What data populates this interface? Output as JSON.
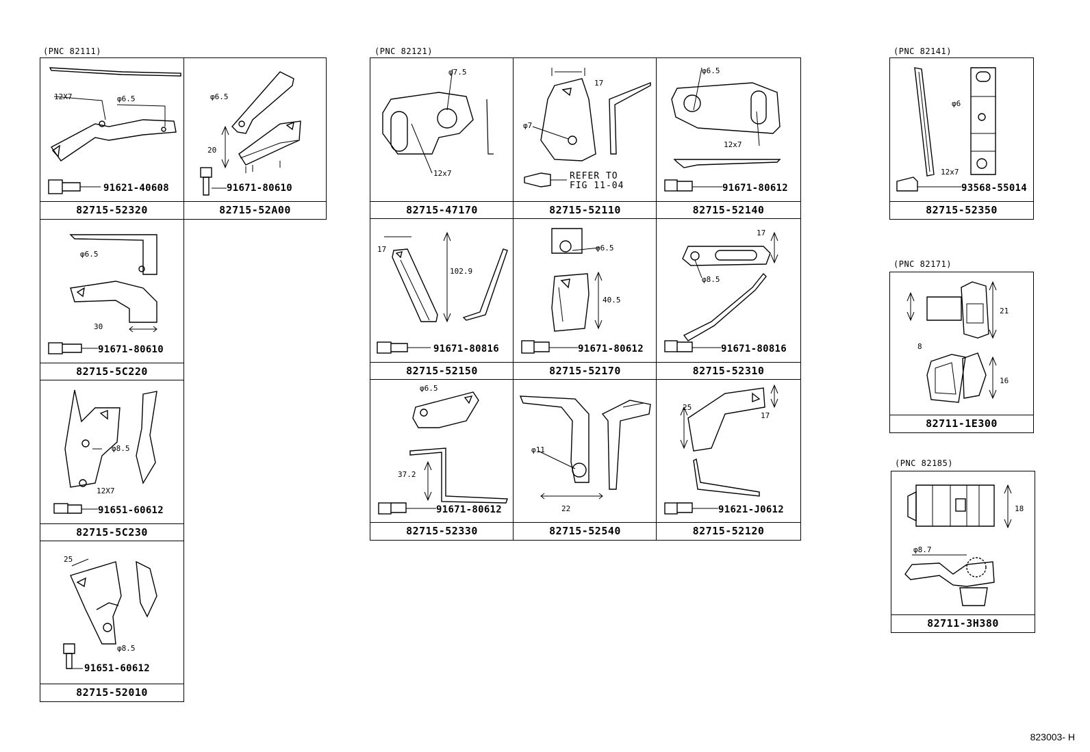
{
  "groups": {
    "g1": "(PNC 82111)",
    "g2": "(PNC 82121)",
    "g3": "(PNC 82141)",
    "g4": "(PNC 82171)",
    "g5": "(PNC 82185)"
  },
  "cells": {
    "c01": {
      "part": "82715-52320",
      "bolt": "91621-40608",
      "dims": [
        "12X7",
        "φ6.5"
      ]
    },
    "c02": {
      "part": "82715-52A00",
      "bolt": "91671-80610",
      "dims": [
        "φ6.5",
        "20"
      ]
    },
    "c03": {
      "part": "82715-5C220",
      "bolt": "91671-80610",
      "dims": [
        "φ6.5",
        "30"
      ]
    },
    "c04": {
      "part": "82715-5C230",
      "bolt": "91651-60612",
      "dims": [
        "φ8.5",
        "12X7"
      ]
    },
    "c05": {
      "part": "82715-52010",
      "bolt": "91651-60612",
      "dims": [
        "25",
        "φ8.5"
      ]
    },
    "c06": {
      "part": "82715-47170",
      "dims": [
        "φ7.5",
        "12x7"
      ]
    },
    "c07": {
      "part": "82715-52110",
      "note": [
        "REFER TO",
        "FIG 11-04"
      ],
      "dims": [
        "17",
        "φ7"
      ]
    },
    "c08": {
      "part": "82715-52140",
      "bolt": "91671-80612",
      "dims": [
        "φ6.5",
        "12x7"
      ]
    },
    "c09": {
      "part": "82715-52150",
      "bolt": "91671-80816",
      "dims": [
        "17",
        "102.9"
      ]
    },
    "c10": {
      "part": "82715-52170",
      "bolt": "91671-80612",
      "dims": [
        "φ6.5",
        "40.5"
      ]
    },
    "c11": {
      "part": "82715-52310",
      "bolt": "91671-80816",
      "dims": [
        "17",
        "φ8.5"
      ]
    },
    "c12": {
      "part": "82715-52330",
      "bolt": "91671-80612",
      "dims": [
        "φ6.5",
        "37.2"
      ]
    },
    "c13": {
      "part": "82715-52540",
      "dims": [
        "φ11",
        "22"
      ]
    },
    "c14": {
      "part": "82715-52120",
      "bolt": "91621-J0612",
      "dims": [
        "25",
        "17"
      ]
    },
    "c15": {
      "part": "82715-52350",
      "bolt": "93568-55014",
      "dims": [
        "φ6",
        "12x7"
      ]
    },
    "c16": {
      "part": "82711-1E300",
      "dims": [
        "21",
        "8",
        "16"
      ]
    },
    "c17": {
      "part": "82711-3H380",
      "dims": [
        "18",
        "φ8.7"
      ]
    }
  },
  "diagram_code": "823003- H"
}
